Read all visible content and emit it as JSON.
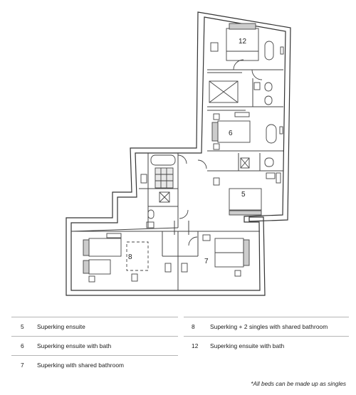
{
  "plan": {
    "room_labels": [
      "12",
      "6",
      "5",
      "8",
      "7"
    ]
  },
  "legend": {
    "left": [
      {
        "number": "5",
        "description": "Superking ensuite"
      },
      {
        "number": "6",
        "description": "Superking ensuite with bath"
      },
      {
        "number": "7",
        "description": "Superking with shared bathroom"
      }
    ],
    "right": [
      {
        "number": "8",
        "description": "Superking + 2 singles with shared bathroom"
      },
      {
        "number": "12",
        "description": "Superking ensuite with bath"
      }
    ]
  },
  "footnote": "*All beds can be made up as singles"
}
